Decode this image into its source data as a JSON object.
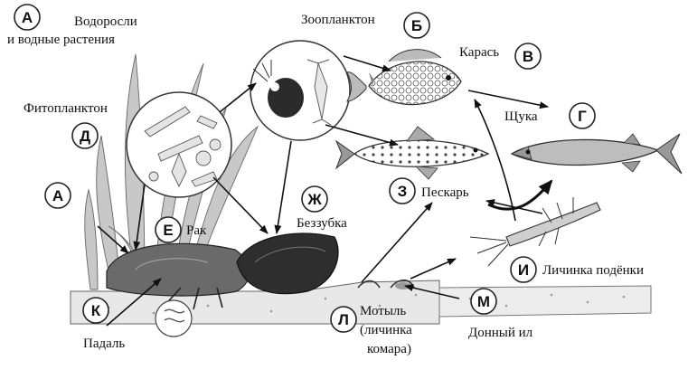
{
  "labels": {
    "a1_line1": "Водоросли",
    "a1_line2": "и водные растения",
    "zooplankton": "Зоопланктон",
    "crucian": "Карась",
    "phytoplankton": "Фитопланктон",
    "pike": "Щука",
    "minnow": "Пескарь",
    "mussel": "Беззубка",
    "crayfish": "Рак",
    "mayfly": "Личинка подёнки",
    "bloodworm_line1": "Мотыль",
    "bloodworm_line2": "(личинка",
    "bloodworm_line3": "комара)",
    "silt": "Донный ил",
    "carrion": "Падаль"
  },
  "letters": {
    "A_top": "А",
    "B": "Б",
    "V": "В",
    "G": "Г",
    "D": "Д",
    "A_left": "А",
    "E": "Е",
    "ZH": "Ж",
    "Z": "З",
    "I": "И",
    "K": "К",
    "L": "Л",
    "M": "М"
  },
  "colors": {
    "ink": "#111111",
    "sediment": "#e6e6e6",
    "fish_body": "#cfcfcf",
    "plant": "#bdbdbd"
  },
  "icons": [
    "arrow-icon",
    "plant-icon",
    "fish-icon",
    "crayfish-icon",
    "mussel-icon",
    "larva-icon",
    "plankton-icon"
  ]
}
